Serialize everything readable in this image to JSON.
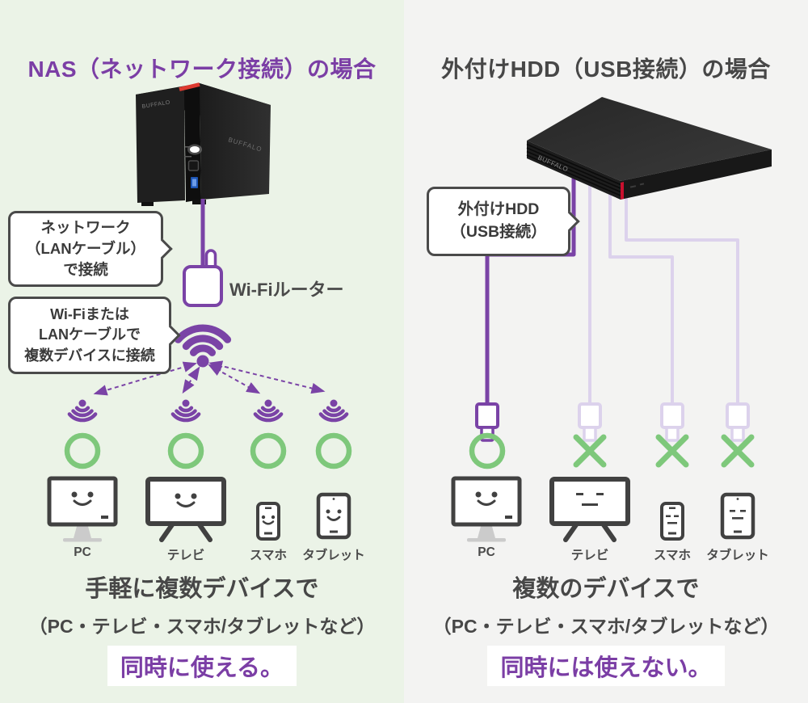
{
  "brand": "BUFFALO",
  "colors": {
    "accent_purple": "#7A43A6",
    "light_purple": "#DCD2EC",
    "ok_green": "#7EC87B",
    "title_purple": "#7B3EA5",
    "bg_left": "#EBF3E7",
    "bg_right": "#F3F3F2",
    "dark_gray": "#414141",
    "red_accent": "#D7332C"
  },
  "left": {
    "title": "NAS（ネットワーク接続）の場合",
    "callout_network": [
      "ネットワーク",
      "（LANケーブル）",
      "で接続"
    ],
    "router_label": "Wi-Fiルーター",
    "callout_wifi": [
      "Wi-Fiまたは",
      "LANケーブルで",
      "複数デバイスに接続"
    ],
    "device_labels": [
      "PC",
      "テレビ",
      "スマホ",
      "タブレット"
    ],
    "statuses": [
      "ok",
      "ok",
      "ok",
      "ok"
    ],
    "summary": [
      "手軽に複数デバイスで",
      "（PC・テレビ・スマホ/タブレットなど）",
      "同時に使える。"
    ]
  },
  "right": {
    "title": "外付けHDD（USB接続）の場合",
    "callout_hdd": [
      "外付けHDD",
      "（USB接続）"
    ],
    "device_labels": [
      "PC",
      "テレビ",
      "スマホ",
      "タブレット"
    ],
    "statuses": [
      "ok",
      "ng",
      "ng",
      "ng"
    ],
    "summary": [
      "複数のデバイスで",
      "（PC・テレビ・スマホ/タブレットなど）",
      "同時には使えない。"
    ]
  }
}
